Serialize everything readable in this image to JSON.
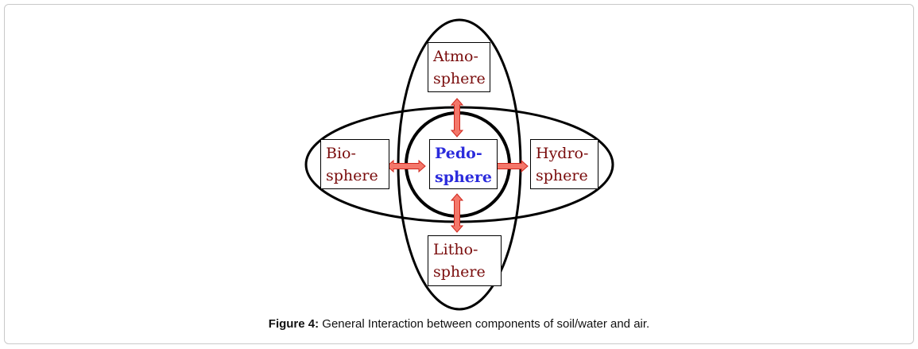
{
  "diagram": {
    "nodes": {
      "atmosphere": [
        "Atmo-",
        "sphere"
      ],
      "biosphere": [
        "Bio-",
        "sphere"
      ],
      "pedosphere": [
        "Pedo-",
        "sphere"
      ],
      "hydrosphere": [
        "Hydro-",
        "sphere"
      ],
      "lithosphere": [
        "Litho-",
        "sphere"
      ]
    },
    "colors": {
      "sphere_text": "#7a0c0c",
      "pedosphere_text": "#2b2bdc",
      "arrow_fill": "#f4776a",
      "arrow_stroke": "#d0281e"
    }
  },
  "caption": {
    "label": "Figure 4:",
    "text": "General Interaction between components of soil/water and air."
  }
}
